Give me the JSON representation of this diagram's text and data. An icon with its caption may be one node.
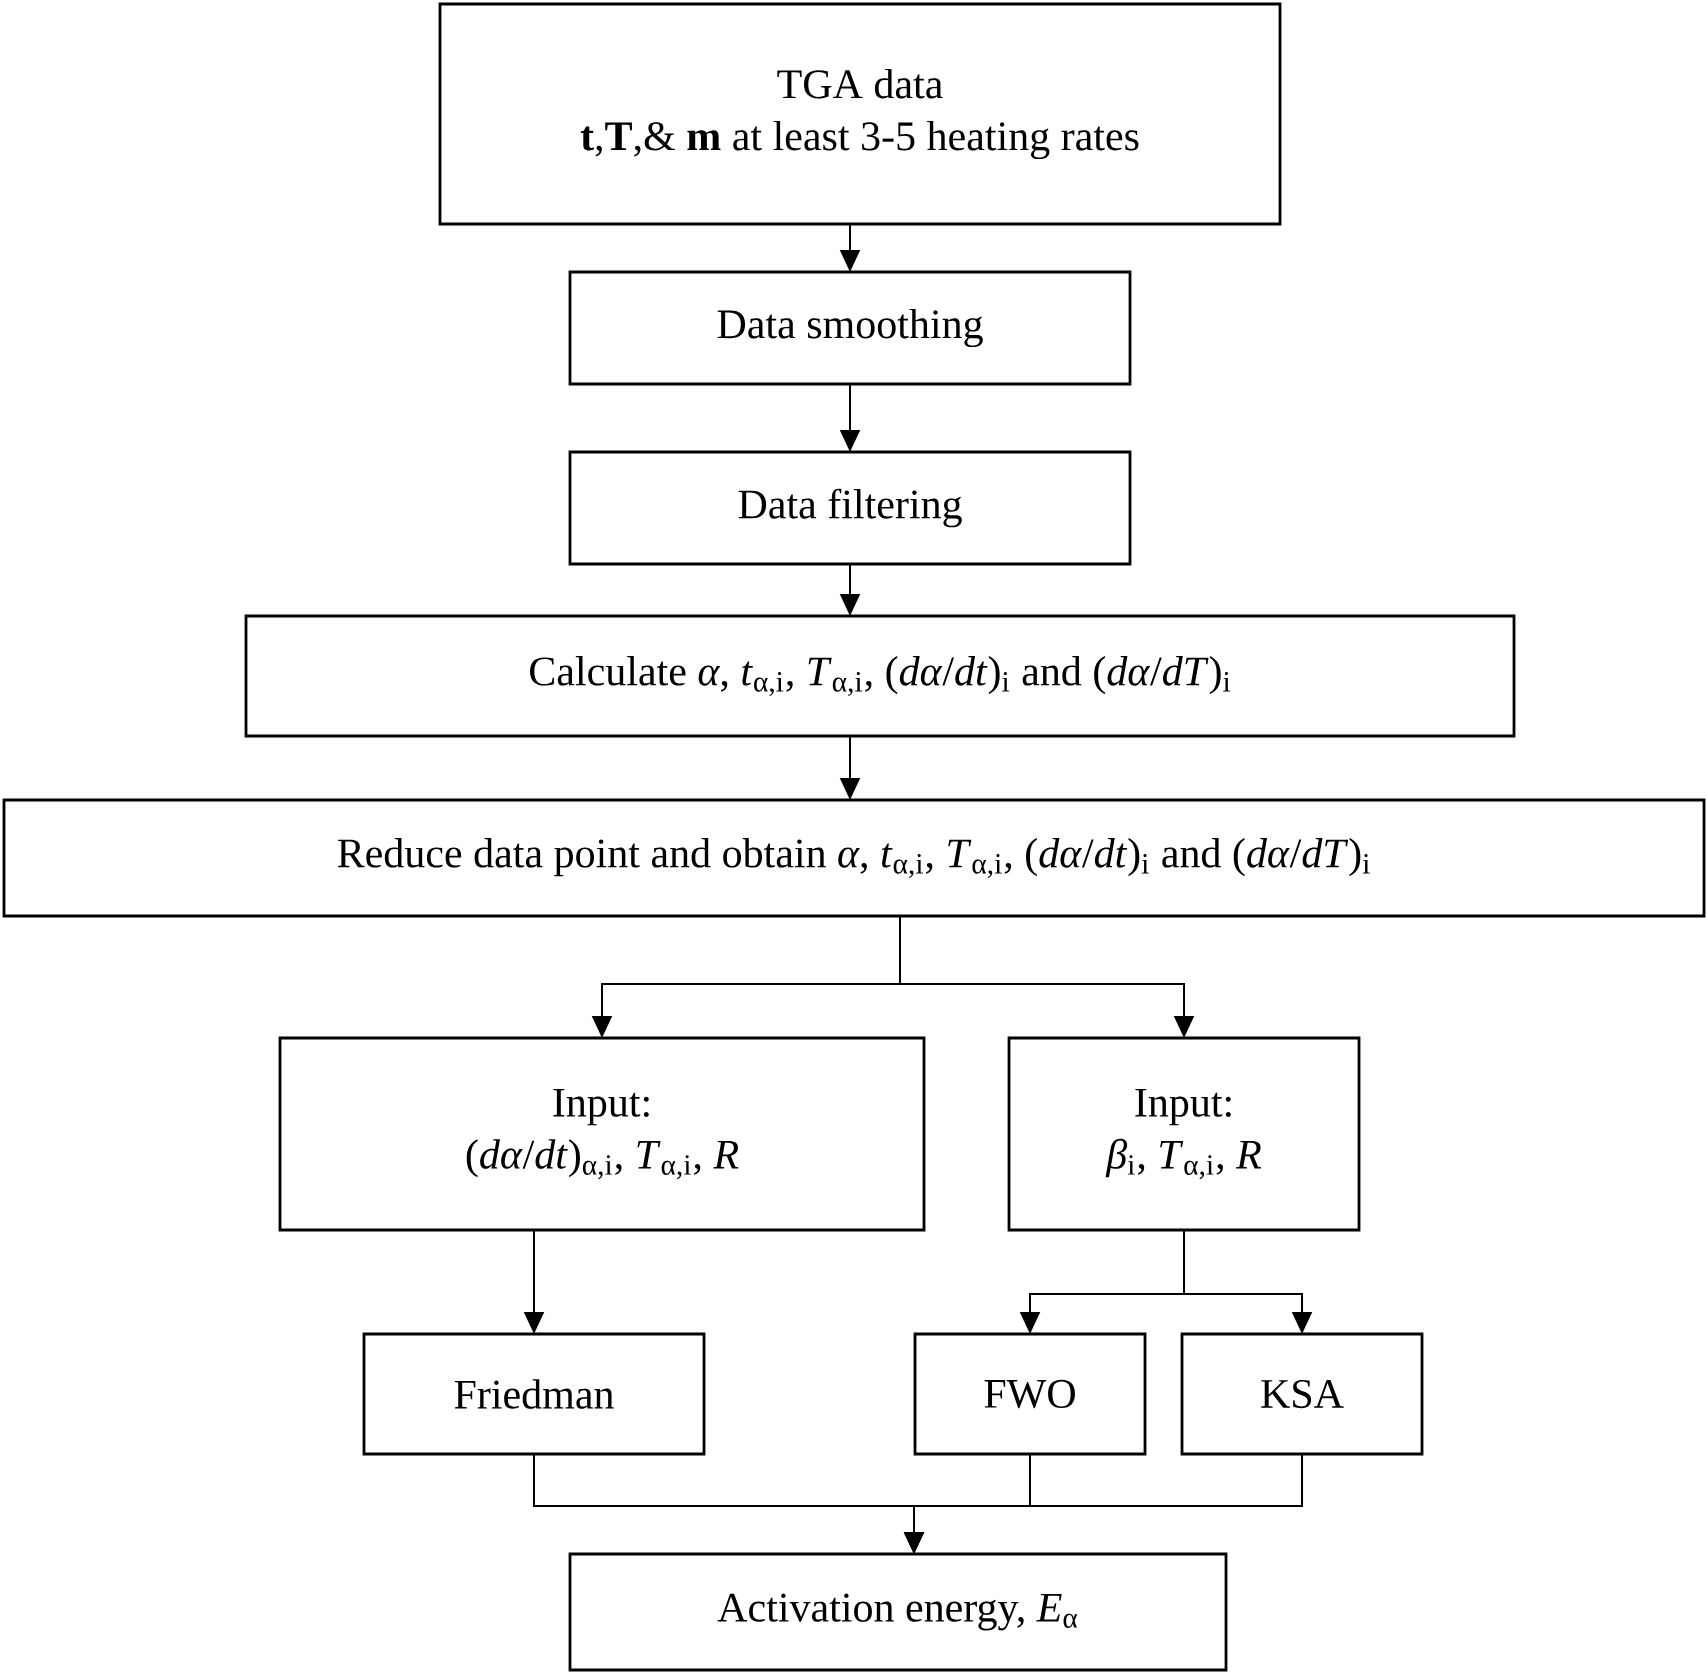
{
  "diagram": {
    "nodes": [
      {
        "text": [
          "TGA data",
          "**t**,**T**,& **m** at least 3-5 heating rates"
        ]
      },
      {
        "text": [
          "Data smoothing"
        ]
      },
      {
        "text": [
          "Data filtering"
        ]
      },
      {
        "text": [
          "Calculate *α*, *t*$_{α,i}$, *T*$_{α,i}$, (*dα*/*dt*)$_{i}$ and (*dα*/*dT*)$_{i}$"
        ]
      },
      {
        "text": [
          "Reduce data point and obtain *α*, *t*$_{α,i}$, *T*$_{α,i}$, (*dα*/*dt*)$_{i}$ and (*dα*/*dT*)$_{i}$"
        ]
      },
      {
        "text": [
          "Input:",
          "(*dα*/*dt*)$_{α,i}$, *T*$_{α,i}$, *R*"
        ]
      },
      {
        "text": [
          "Input:",
          "*β*$_{i}$, *T*$_{α,i}$, *R*"
        ]
      },
      {
        "text": [
          "Friedman"
        ]
      },
      {
        "text": [
          "FWO"
        ]
      },
      {
        "text": [
          "KSA"
        ]
      },
      {
        "text": [
          "Activation energy, *E*$_{α}$"
        ]
      }
    ],
    "edges": [
      {
        "from": 0,
        "to": 1,
        "arrow": "to"
      },
      {
        "from": 1,
        "to": 2,
        "arrow": "to"
      },
      {
        "from": 2,
        "to": 3,
        "arrow": "to"
      },
      {
        "from": 3,
        "to": 4,
        "arrow": "to"
      },
      {
        "from": 4,
        "to": 5,
        "arrow": "to"
      },
      {
        "from": 4,
        "to": 6,
        "arrow": "to"
      },
      {
        "from": 5,
        "to": 7,
        "arrow": "to"
      },
      {
        "from": 6,
        "to": 8,
        "arrow": "to"
      },
      {
        "from": 6,
        "to": 9,
        "arrow": "to"
      },
      {
        "from": 7,
        "to": 10,
        "arrow": "to"
      },
      {
        "from": 8,
        "to": 10,
        "arrow": "to"
      },
      {
        "from": 9,
        "to": 10,
        "arrow": "to"
      }
    ]
  }
}
